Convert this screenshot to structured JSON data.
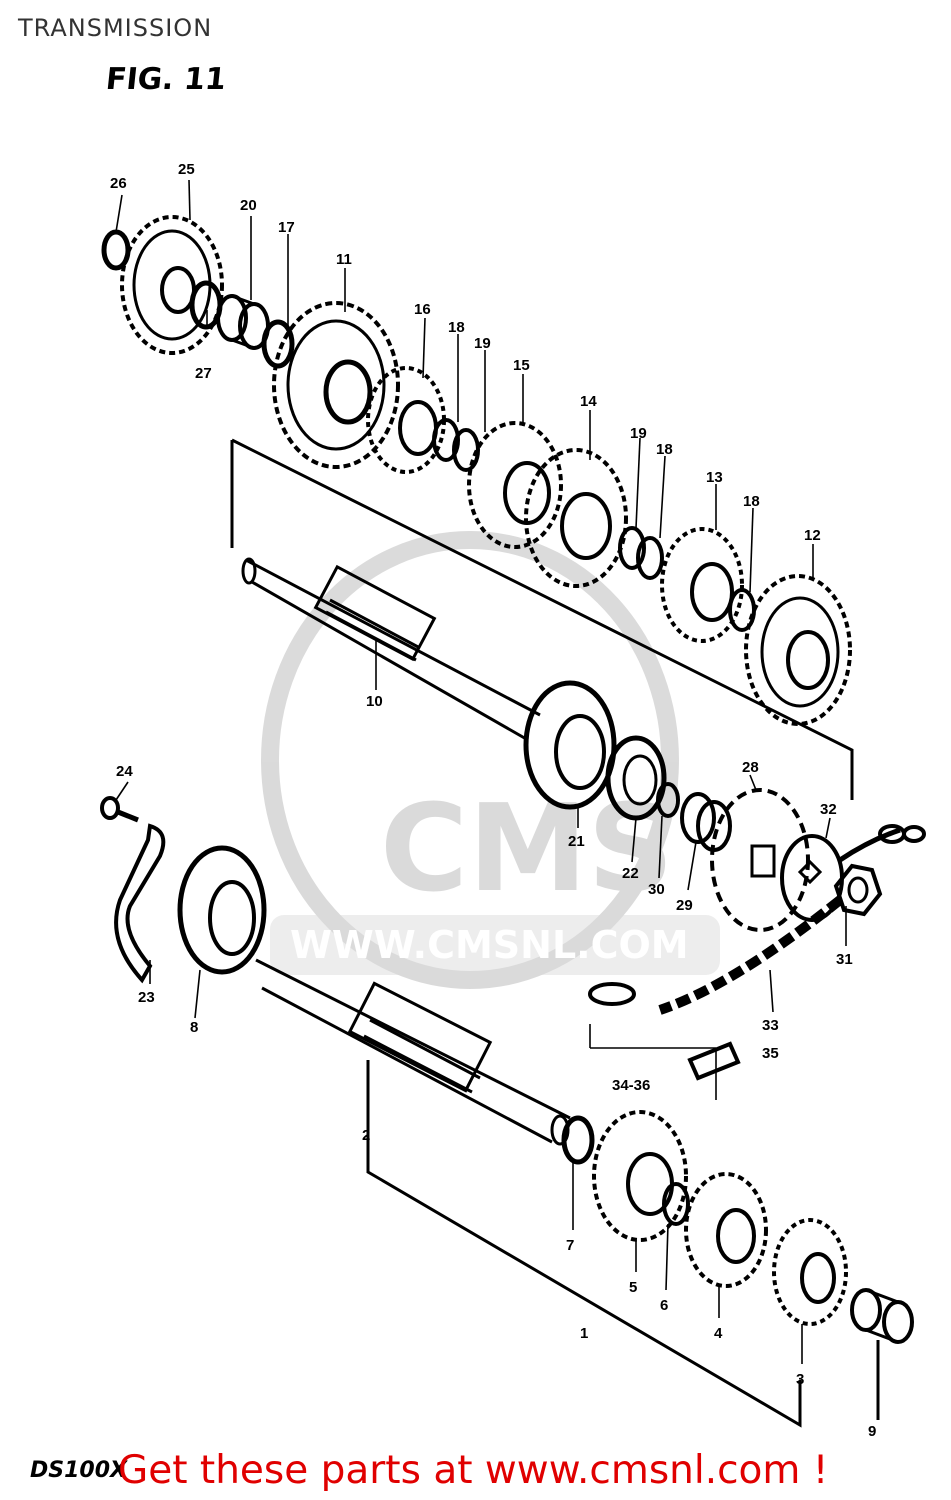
{
  "header": {
    "title": "TRANSMISSION",
    "figure_label": "FIG. 11"
  },
  "watermark": {
    "text": "CMS",
    "url": "WWW.CMSNL.COM"
  },
  "callouts": [
    {
      "id": "26",
      "label": "26"
    },
    {
      "id": "25",
      "label": "25"
    },
    {
      "id": "20",
      "label": "20"
    },
    {
      "id": "17",
      "label": "17"
    },
    {
      "id": "11",
      "label": "11"
    },
    {
      "id": "27",
      "label": "27"
    },
    {
      "id": "16",
      "label": "16"
    },
    {
      "id": "18a",
      "label": "18"
    },
    {
      "id": "19a",
      "label": "19"
    },
    {
      "id": "15",
      "label": "15"
    },
    {
      "id": "14",
      "label": "14"
    },
    {
      "id": "19b",
      "label": "19"
    },
    {
      "id": "18b",
      "label": "18"
    },
    {
      "id": "13",
      "label": "13"
    },
    {
      "id": "18c",
      "label": "18"
    },
    {
      "id": "12",
      "label": "12"
    },
    {
      "id": "10",
      "label": "10"
    },
    {
      "id": "28",
      "label": "28"
    },
    {
      "id": "32",
      "label": "32"
    },
    {
      "id": "21",
      "label": "21"
    },
    {
      "id": "22",
      "label": "22"
    },
    {
      "id": "30",
      "label": "30"
    },
    {
      "id": "29",
      "label": "29"
    },
    {
      "id": "31",
      "label": "31"
    },
    {
      "id": "24",
      "label": "24"
    },
    {
      "id": "23",
      "label": "23"
    },
    {
      "id": "8",
      "label": "8"
    },
    {
      "id": "33",
      "label": "33"
    },
    {
      "id": "35",
      "label": "35"
    },
    {
      "id": "34-36",
      "label": "34-36"
    },
    {
      "id": "2",
      "label": "2"
    },
    {
      "id": "7",
      "label": "7"
    },
    {
      "id": "5",
      "label": "5"
    },
    {
      "id": "6",
      "label": "6"
    },
    {
      "id": "4",
      "label": "4"
    },
    {
      "id": "1",
      "label": "1"
    },
    {
      "id": "3",
      "label": "3"
    },
    {
      "id": "9",
      "label": "9"
    }
  ],
  "footer": {
    "model": "DS100X",
    "cta": "Get these parts at www.cmsnl.com !"
  }
}
